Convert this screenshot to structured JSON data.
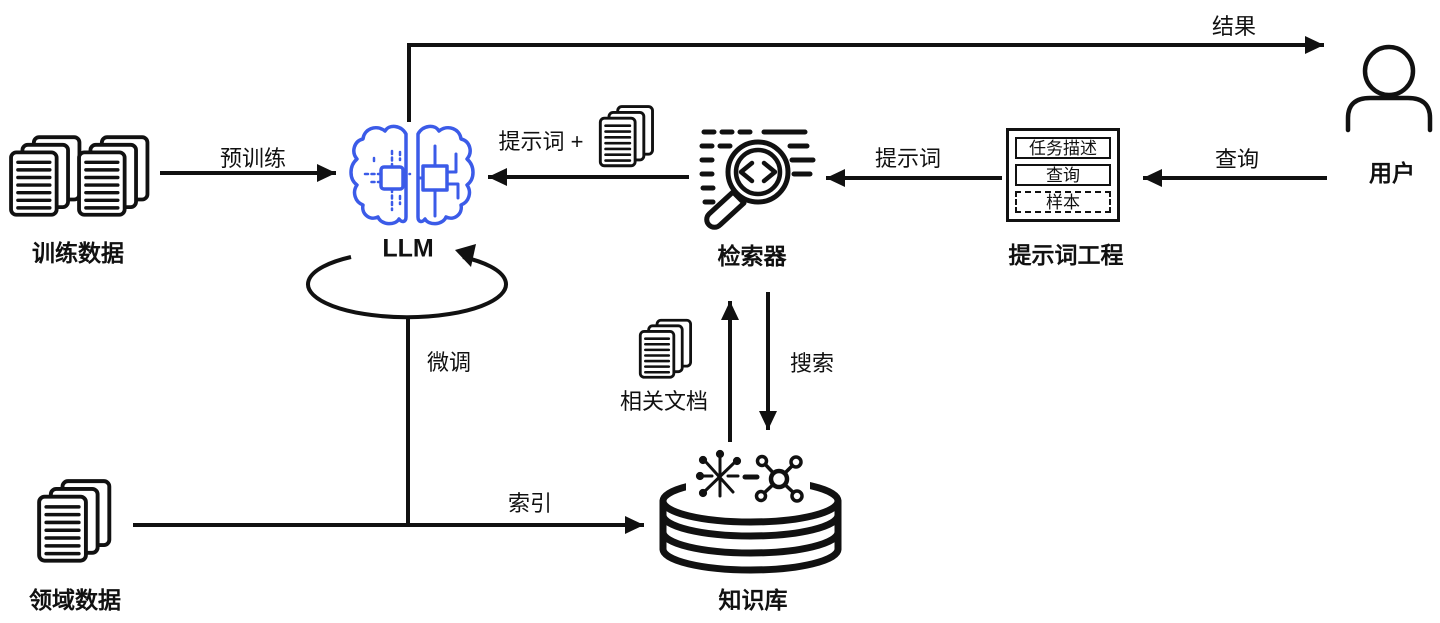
{
  "colors": {
    "ink": "#111111",
    "brain_blue": "#3B5BE8",
    "background": "#ffffff"
  },
  "nodes": {
    "training_data": "训练数据",
    "llm": "LLM",
    "retriever": "检索器",
    "prompt_engineering": "提示词工程",
    "prompt_components": [
      "任务描述",
      "查询",
      "样本"
    ],
    "user": "用户",
    "knowledge_base": "知识库",
    "domain_data": "领域数据",
    "related_docs": "相关文档"
  },
  "edges": {
    "pretrain": "预训练",
    "result": "结果",
    "prompt_plus": "提示词 +",
    "prompt": "提示词",
    "query": "查询",
    "search": "搜索",
    "finetune": "微调",
    "index": "索引"
  }
}
